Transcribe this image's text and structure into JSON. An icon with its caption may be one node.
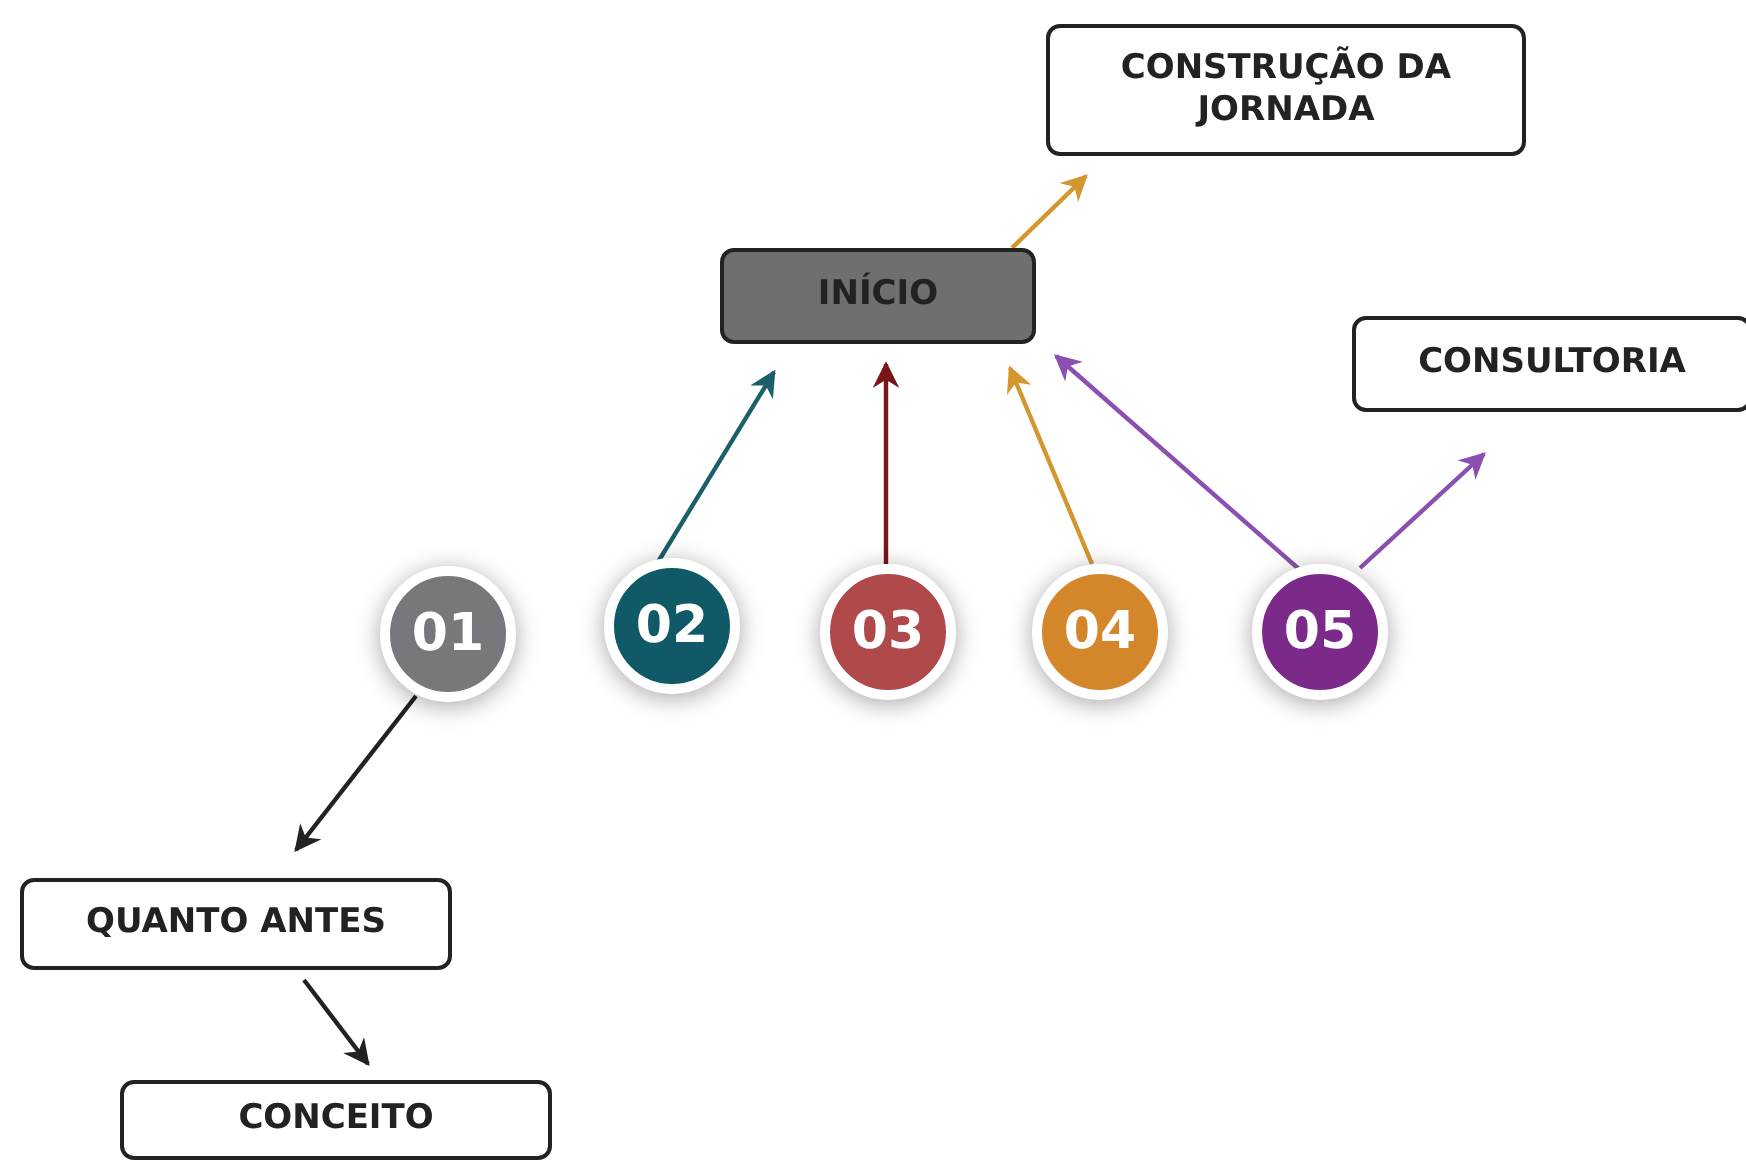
{
  "diagram": {
    "nodes": [
      {
        "text": [
          "CONSTRUÇÃO DA JORNADA"
        ]
      },
      {
        "text": [
          "INÍCIO"
        ]
      },
      {
        "text": [
          "CONSULTORIA"
        ]
      },
      {
        "text": [
          "01"
        ]
      },
      {
        "text": [
          "02"
        ]
      },
      {
        "text": [
          "03"
        ]
      },
      {
        "text": [
          "04"
        ]
      },
      {
        "text": [
          "05"
        ]
      },
      {
        "text": [
          "QUANTO ANTES"
        ]
      },
      {
        "text": [
          "CONCEITO"
        ]
      }
    ],
    "edges": [
      {
        "from": 4,
        "to": 1,
        "arrow": "to",
        "color": "#1a5f6a"
      },
      {
        "from": 5,
        "to": 1,
        "arrow": "to",
        "color": "#7a1518"
      },
      {
        "from": 6,
        "to": 1,
        "arrow": "to",
        "color": "#d4972f"
      },
      {
        "from": 7,
        "to": 1,
        "arrow": "to",
        "color": "#8a4fb0"
      },
      {
        "from": 7,
        "to": 2,
        "arrow": "to",
        "color": "#8a4fb0"
      },
      {
        "from": 1,
        "to": 0,
        "arrow": "to",
        "color": "#d4972f"
      },
      {
        "from": 3,
        "to": 8,
        "arrow": "to",
        "color": "#222222"
      },
      {
        "from": 8,
        "to": 9,
        "arrow": "to",
        "color": "#222222"
      }
    ]
  }
}
